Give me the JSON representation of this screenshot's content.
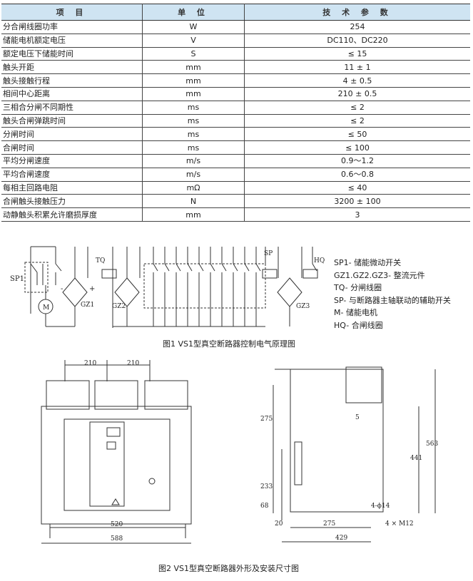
{
  "table": {
    "headers": [
      "项 目",
      "单 位",
      "技 术 参 数"
    ],
    "rows": [
      [
        "分合闸线圈功率",
        "W",
        "254"
      ],
      [
        "储能电机额定电压",
        "V",
        "DC110、DC220"
      ],
      [
        "额定电压下储能时间",
        "S",
        "≤ 15"
      ],
      [
        "触头开距",
        "mm",
        "11 ± 1"
      ],
      [
        "触头接触行程",
        "mm",
        "4 ± 0.5"
      ],
      [
        "相间中心距离",
        "mm",
        "210 ± 0.5"
      ],
      [
        "三相合分闸不同期性",
        "ms",
        "≤ 2"
      ],
      [
        "触头合闸弹跳时间",
        "ms",
        "≤ 2"
      ],
      [
        "分闸时间",
        "ms",
        "≤ 50"
      ],
      [
        "合闸时间",
        "ms",
        "≤ 100"
      ],
      [
        "平均分闸速度",
        "m/s",
        "0.9～1.2"
      ],
      [
        "平均合闸速度",
        "m/s",
        "0.6～0.8"
      ],
      [
        "每相主回路电阻",
        "mΩ",
        "≤ 40"
      ],
      [
        "合闸触头接触压力",
        "N",
        "3200 ± 100"
      ],
      [
        "动静触头积累允许磨损厚度",
        "mm",
        "3"
      ]
    ]
  },
  "circuit": {
    "labels": {
      "sp1": "SP1",
      "m": "M",
      "gz1": "GZ1",
      "tq": "TQ",
      "gz2": "GZ2",
      "sp": "SP",
      "hq": "HQ",
      "gz3": "GZ3",
      "plus": "+",
      "minus": "-"
    },
    "legend": [
      "SP1- 储能微动开关",
      "GZ1.GZ2.GZ3- 整流元件",
      "TQ- 分闸线圈",
      "SP- 与断路器主轴联动的辅助开关",
      "M- 储能电机",
      "HQ- 合闸线圈"
    ],
    "caption": "图1  VS1型真空断路器控制电气原理图"
  },
  "drawing": {
    "front": {
      "d1": "210",
      "d2": "210",
      "w1": "520",
      "w2": "588"
    },
    "side": {
      "h275": "275",
      "h233": "233",
      "h68": "68",
      "h441": "441",
      "h563": "563",
      "w20": "20",
      "w275": "275",
      "w429": "429",
      "hole": "4-ϕ14",
      "bolt": "4 × M12",
      "n5": "5"
    },
    "caption": "图2  VS1型真空断路器外形及安装尺寸图"
  }
}
